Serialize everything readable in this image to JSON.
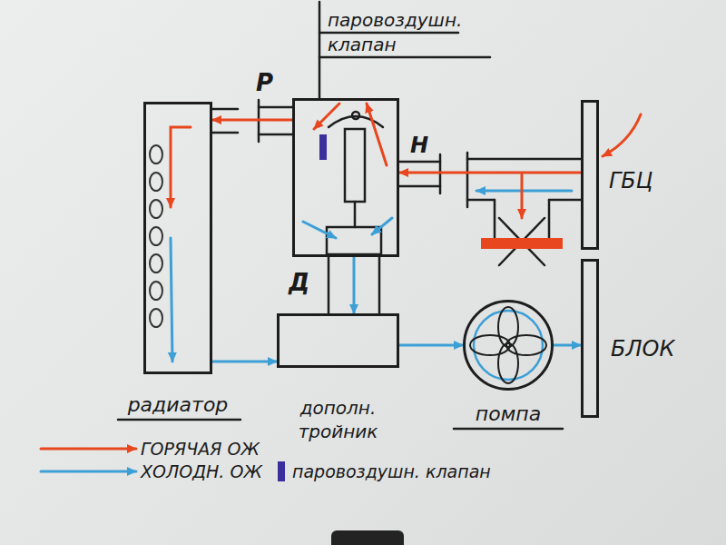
{
  "diagram": {
    "nodes": [
      {
        "text": [
          "радиатор"
        ]
      },
      {
        "text": [
          "паровоздушн. клапан"
        ]
      },
      {
        "text": [
          "дополн. тройник"
        ]
      },
      {
        "text": [
          "помпа"
        ]
      },
      {
        "text": [
          "ГБЦ"
        ]
      },
      {
        "text": [
          "БЛОК"
        ]
      }
    ],
    "edges": [
      {
        "from": 4,
        "to": 1,
        "arrow": "to"
      },
      {
        "from": 1,
        "to": 0,
        "arrow": "to"
      },
      {
        "from": 0,
        "to": 2,
        "arrow": "to"
      },
      {
        "from": 1,
        "to": 2,
        "arrow": "to"
      },
      {
        "from": 2,
        "to": 3,
        "arrow": "to"
      },
      {
        "from": 3,
        "to": 5,
        "arrow": "to"
      }
    ],
    "labels": [
      "Р",
      "Н",
      "Д"
    ],
    "legend": [
      {
        "text": "ГОРЯЧАЯ ОЖ"
      },
      {
        "text": "ХОЛОДН. ОЖ"
      },
      {
        "text": "паровоздушн. клапан",
        "color": "#3b2f9e"
      }
    ]
  }
}
